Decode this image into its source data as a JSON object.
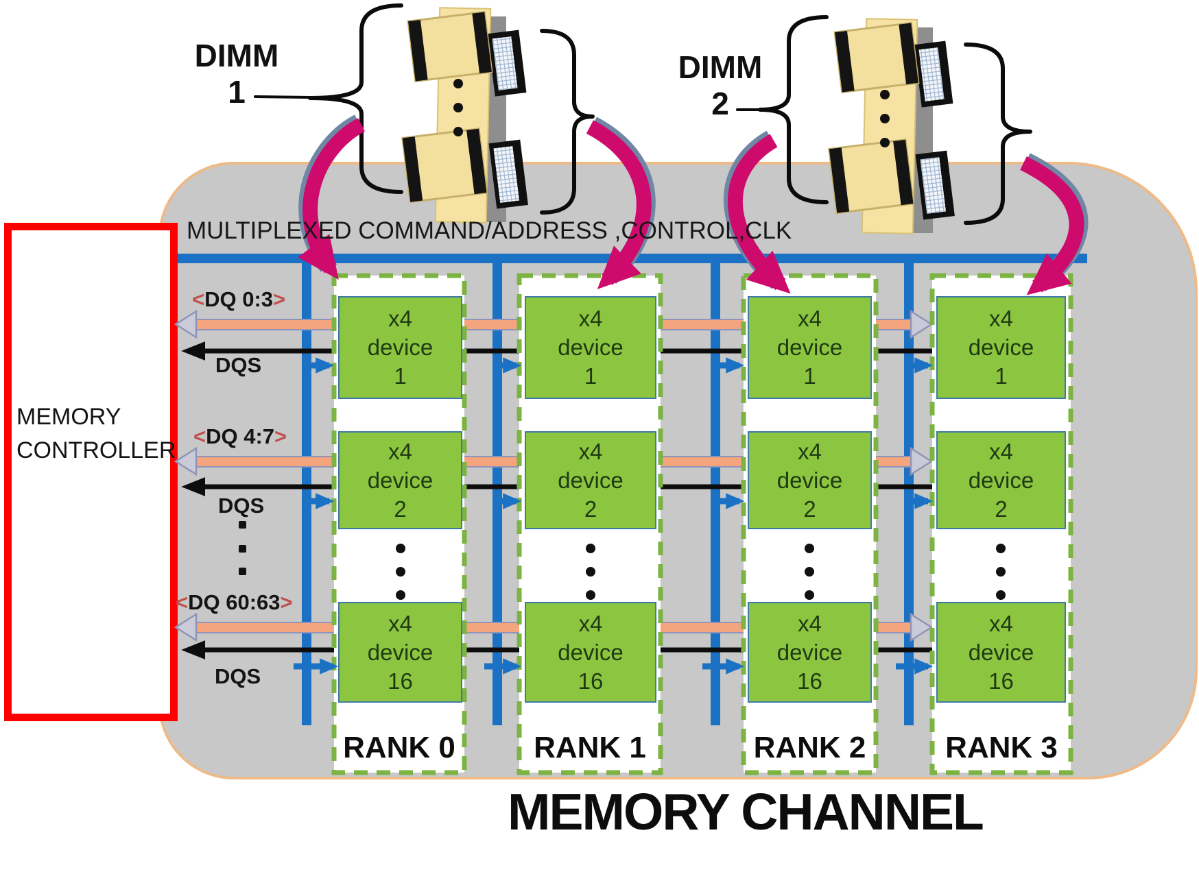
{
  "memory_controller": {
    "line1": "MEMORY",
    "line2": "CONTROLLER"
  },
  "bus_label": "MULTIPLEXED COMMAND/ADDRESS ,CONTROL,CLK",
  "channel_label": "MEMORY CHANNEL",
  "dimms": [
    {
      "name": "DIMM",
      "number": "1"
    },
    {
      "name": "DIMM",
      "number": "2"
    }
  ],
  "dq_rows": [
    {
      "open": "<",
      "text": "DQ 0:3",
      "close": ">",
      "dqs": "DQS"
    },
    {
      "open": "<",
      "text": "DQ 4:7",
      "close": ">",
      "dqs": "DQS"
    },
    {
      "open": "<",
      "text": "DQ 60:63",
      "close": ">",
      "dqs": "DQS"
    }
  ],
  "ranks": [
    {
      "label": "RANK 0",
      "devices": [
        [
          "x4",
          "device",
          "1"
        ],
        [
          "x4",
          "device",
          "2"
        ],
        [
          "x4",
          "device",
          "16"
        ]
      ]
    },
    {
      "label": "RANK 1",
      "devices": [
        [
          "x4",
          "device",
          "1"
        ],
        [
          "x4",
          "device",
          "2"
        ],
        [
          "x4",
          "device",
          "16"
        ]
      ]
    },
    {
      "label": "RANK 2",
      "devices": [
        [
          "x4",
          "device",
          "1"
        ],
        [
          "x4",
          "device",
          "2"
        ],
        [
          "x4",
          "device",
          "16"
        ]
      ]
    },
    {
      "label": "RANK 3",
      "devices": [
        [
          "x4",
          "device",
          "1"
        ],
        [
          "x4",
          "device",
          "2"
        ],
        [
          "x4",
          "device",
          "16"
        ]
      ]
    }
  ],
  "colors": {
    "channel_gray": "#C8C8C8",
    "channel_border_tan": "#EDBA88",
    "controller_red": "#FE0000",
    "bus_blue": "#1B72C4",
    "dq_salmon": "#F5A57E",
    "dq_outline": "#9193B8",
    "device_green": "#8CC540",
    "rank_dash_green": "#7CB342",
    "select_magenta": "#CE0A6C",
    "dq_bracket_red": "#C0504D",
    "dimm_board_khaki": "#F6E3A3"
  },
  "icons": {
    "curved_arrow": "dimm-to-rank selection arrow",
    "brace": "curly brace grouping DIMM rank",
    "dimm_module": "DIMM memory stick illustration",
    "left_arrow": "DQ / DQS signal arrow"
  }
}
